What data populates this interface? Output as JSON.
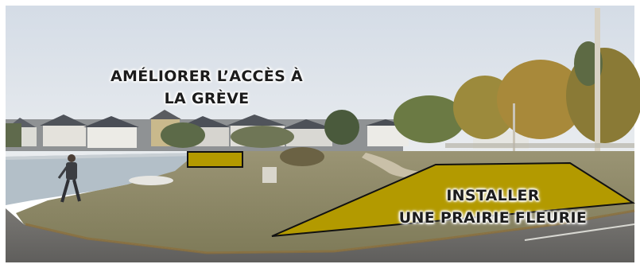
{
  "annotations": {
    "access": {
      "lines": [
        "AMÉLIORER L’ACCÈS À",
        "LA GRÈVE"
      ]
    },
    "meadow": {
      "lines": [
        "INSTALLER",
        "UNE PRAIRIE FLEURIE"
      ]
    }
  },
  "colors": {
    "highlight_fill": "#b39a00",
    "highlight_stroke": "#111111",
    "sky": "#dde4ec",
    "grass": "#8d8a66",
    "water": "#b5c2cc",
    "road": "#6d6c6a"
  }
}
